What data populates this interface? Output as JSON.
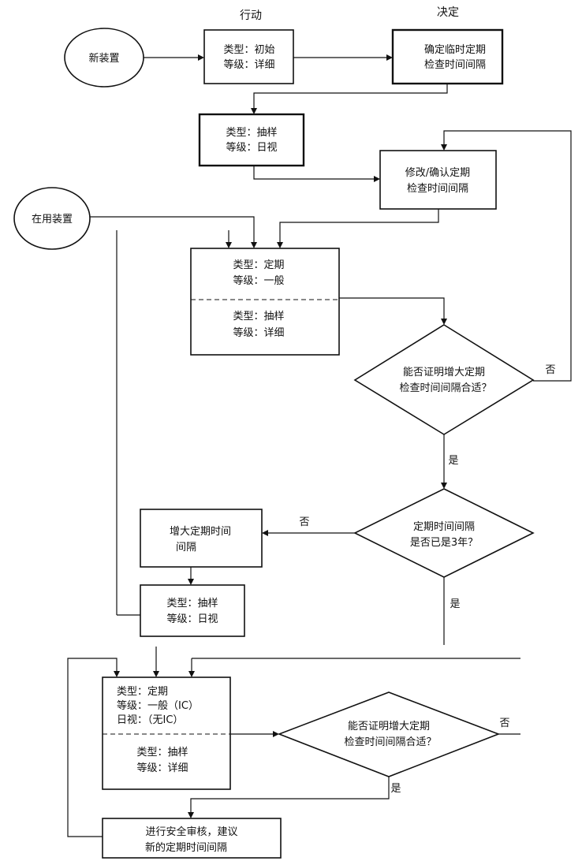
{
  "headers": {
    "action": "行动",
    "decision": "决定"
  },
  "nodes": {
    "new_device": "新装置",
    "in_use_device": "在用装置",
    "initial_insp": [
      "类型：初始",
      "等级：详细"
    ],
    "set_interval": [
      "确定临时定期",
      "检查时间间隔"
    ],
    "sample_visual_1": [
      "类型：抽样",
      "等级：日视"
    ],
    "modify_interval": [
      "修改/确认定期",
      "检查时间间隔"
    ],
    "periodic_general_top": [
      "类型：定期",
      "等级：一般"
    ],
    "periodic_general_bottom": [
      "类型：抽样",
      "等级：详细"
    ],
    "prove_increase_1": [
      "能否证明增大定期",
      "检查时间间隔合适？"
    ],
    "interval_3y": [
      "定期时间间隔",
      "是否已是3年？"
    ],
    "increase_interval": [
      "增大定期时间",
      "间隔"
    ],
    "sample_visual_2": [
      "类型：抽样",
      "等级：日视"
    ],
    "periodic_ic_top": [
      "类型：定期",
      "等级：一般（IC）",
      "日视：（无IC）"
    ],
    "periodic_ic_bottom": [
      "类型：抽样",
      "等级：详细"
    ],
    "prove_increase_2": [
      "能否证明增大定期",
      "检查时间间隔合适？"
    ],
    "safety_review": [
      "进行安全审核，建议",
      "新的定期时间间隔"
    ]
  },
  "edge_labels": {
    "no_1": "否",
    "yes_1": "是",
    "no_2": "否",
    "yes_2": "是",
    "no_3": "否",
    "yes_3": "是"
  }
}
